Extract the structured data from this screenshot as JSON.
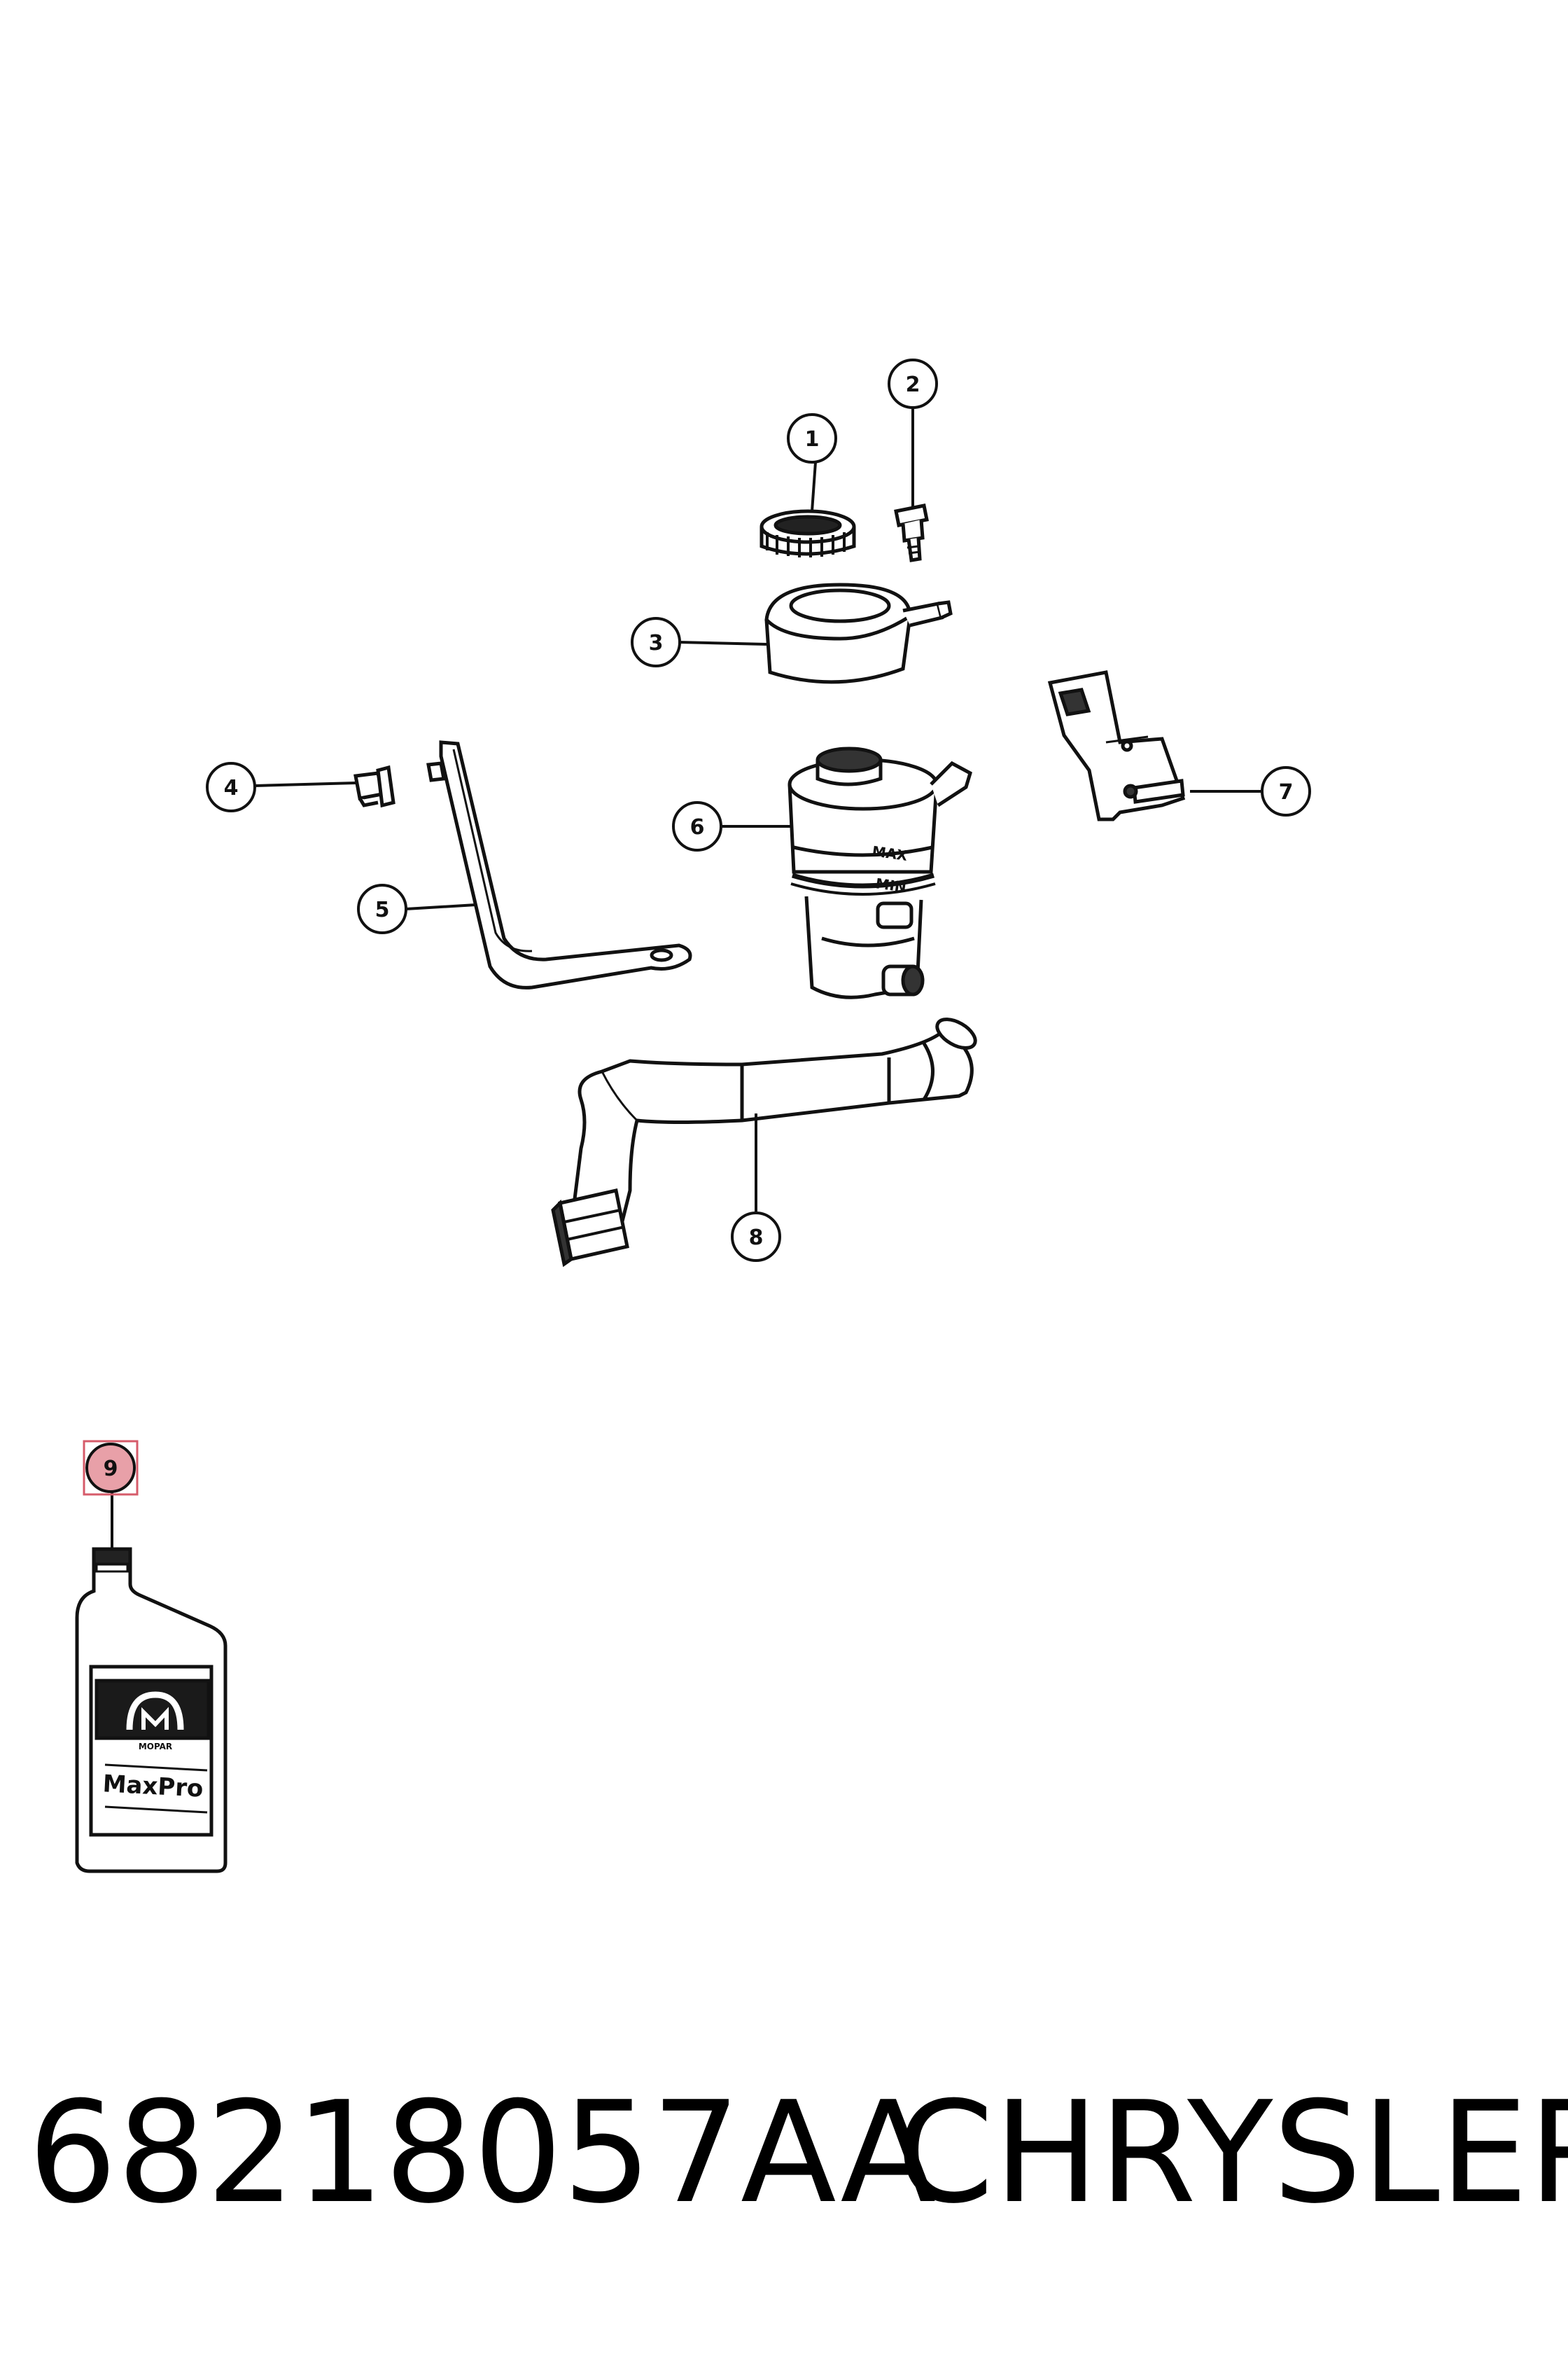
{
  "diagram": {
    "callouts": [
      "1",
      "2",
      "3",
      "4",
      "5",
      "6",
      "7",
      "8",
      "9"
    ],
    "reservoir_labels": {
      "max": "MAX",
      "min": "MIN"
    },
    "bottle": {
      "brand_small": "MOPAR",
      "product": "MaxPro"
    },
    "highlighted_callout": "9",
    "highlight_color": "#e8a0a8"
  },
  "footer": {
    "part_number": "68218057AA",
    "brand": "CHRYSLER"
  }
}
